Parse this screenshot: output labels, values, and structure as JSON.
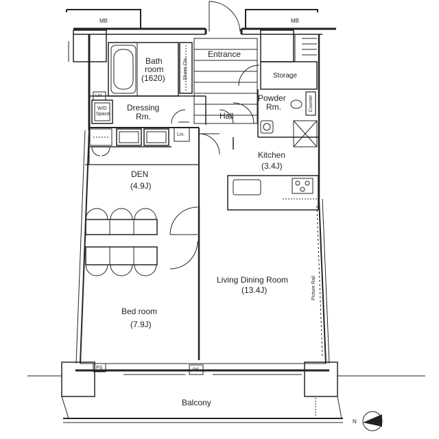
{
  "rooms": {
    "mb": "MB",
    "bath_name": "Bath",
    "bath_room": "room",
    "bath_size": "(1620)",
    "shoes_clo": "Shoes Clo.",
    "entrance": "Entrance",
    "storage": "Storage",
    "lin": "Lin.",
    "wd_line1": "W/D",
    "wd_line2": "Space",
    "dressing_line1": "Dressing",
    "dressing_line2": "Rm.",
    "powder_line1": "Powder",
    "powder_line2": "Rm.",
    "counter": "Counter",
    "hall": "Hall",
    "kitchen": "Kitchen",
    "kitchen_size": "(3.4J)",
    "den": "DEN",
    "den_size": "(4.9J)",
    "ldr": "Living Dining Room",
    "ldr_size": "(13.4J)",
    "picture_rail": "Picture Rail",
    "bedroom": "Bed room",
    "bedroom_size": "(7.9J)",
    "ps": "PS",
    "balcony": "Balcony"
  },
  "compass": {
    "label": "N"
  }
}
